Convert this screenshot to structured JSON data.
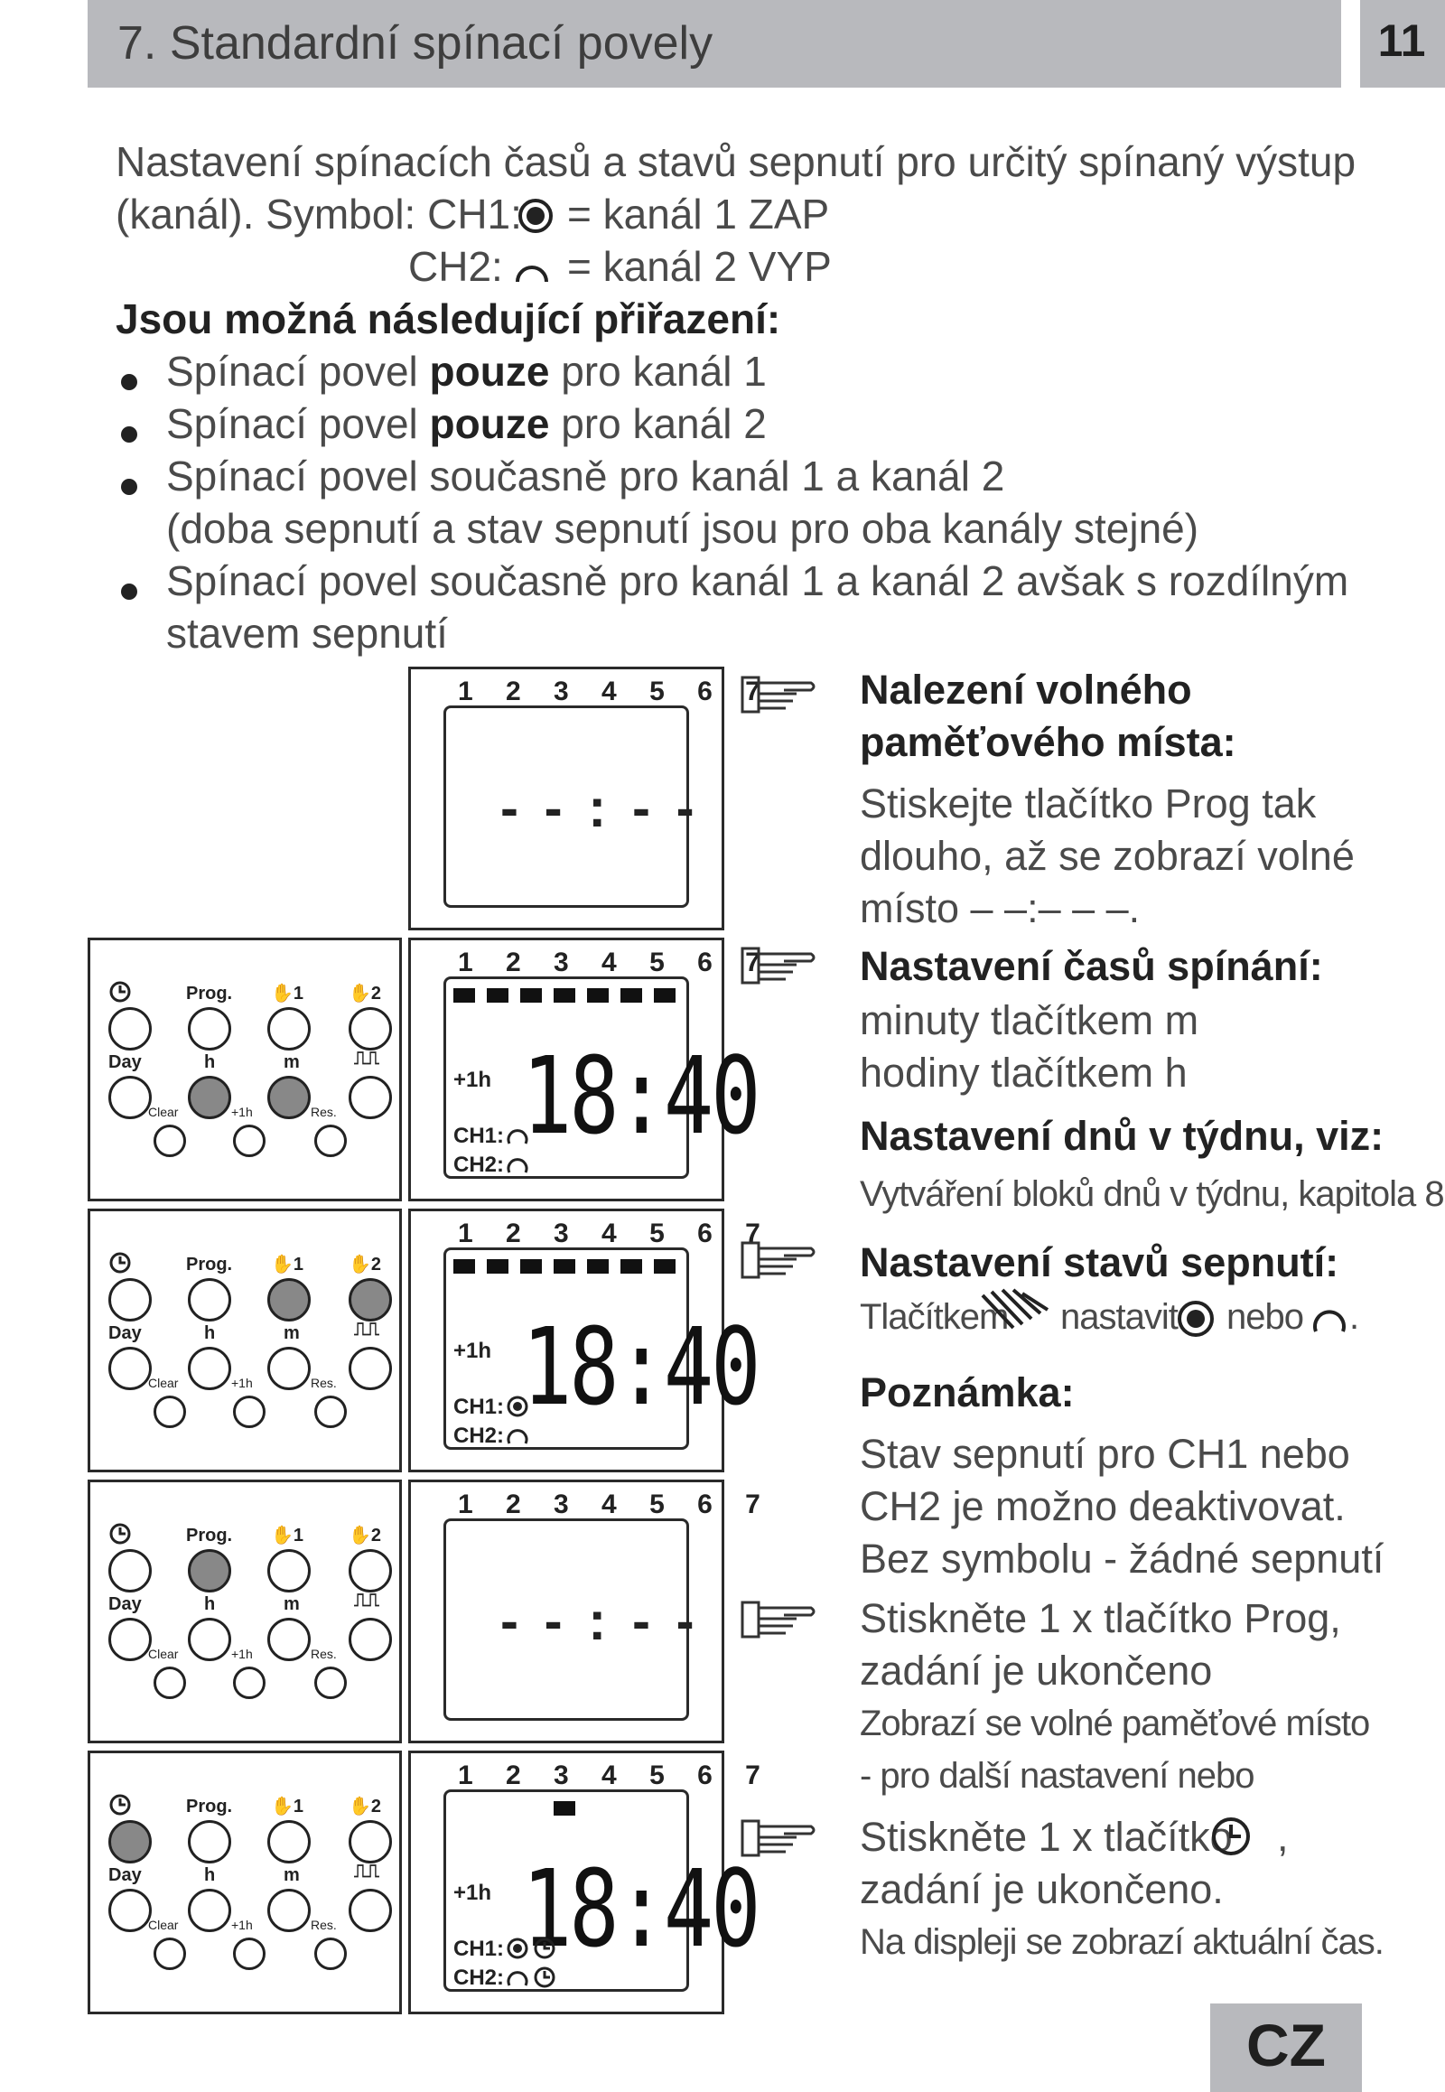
{
  "header": {
    "title": "7.   Standardní spínací povely",
    "page_number": "11"
  },
  "intro": {
    "line1": "Nastavení spínacích časů a stavů sepnutí pro určitý spínaný výstup",
    "line2_a": "(kanál). Symbol: CH1:",
    "line2_b": "= kanál 1 ZAP",
    "line3_a": "CH2:",
    "line3_b": "= kanál 2 VYP"
  },
  "assign_heading": "Jsou možná následující přiřazení:",
  "bullets": [
    {
      "pre": "Spínací povel ",
      "bold": "pouze",
      "post": " pro kanál 1"
    },
    {
      "pre": "Spínací povel ",
      "bold": "pouze",
      "post": " pro kanál 2"
    },
    {
      "pre": "Spínací povel současně pro kanál 1 a kanál 2",
      "bold": "",
      "post": ""
    },
    {
      "pre": "Spínací povel současně pro kanál 1 a kanál 2 avšak s rozdílným",
      "bold": "",
      "post": ""
    }
  ],
  "bullet3_cont": "(doba sepnutí a stav sepnutí jsou pro oba kanály stejné)",
  "bullet4_cont": "stavem sepnutí",
  "right": {
    "h1a": "Nalezení volného",
    "h1b": "paměťového místa:",
    "t1a": "Stiskejte tlačítko Prog tak",
    "t1b": "dlouho, až se zobrazí volné",
    "t1c": "místo – –:– – –.",
    "h2": "Nastavení časů spínání:",
    "t2a": "minuty tlačítkem m",
    "t2b": "hodiny tlačítkem h",
    "h3": "Nastavení dnů v týdnu, viz:",
    "t3": "Vytváření bloků dnů v týdnu, kapitola 8",
    "h4": "Nastavení stavů sepnutí:",
    "t4a": "Tlačítkem",
    "t4b": "nastavit",
    "t4c": "nebo",
    "t4d": ".",
    "h5": "Poznámka:",
    "t5a": "Stav sepnutí pro CH1 nebo",
    "t5b": "CH2 je možno deaktivovat.",
    "t5c": "Bez symbolu - žádné sepnutí",
    "t6a": "Stiskněte 1 x tlačítko Prog,",
    "t6b": "zadání je ukončeno",
    "t6c": "Zobrazí se volné paměťové místo",
    "t6d": "- pro další nastavení nebo",
    "t7a": "Stiskněte 1 x tlačítko",
    "t7b": ",",
    "t7c": "zadání je ukončeno.",
    "t7d": "Na displeji se zobrazí aktuální čas."
  },
  "lcd": {
    "days": "1 2 3 4 5 6 7",
    "dashes": "- - : - -",
    "time": "18:40",
    "plus1h": "+1h",
    "ch1": "CH1:",
    "ch2": "CH2:"
  },
  "keypad": {
    "prog": "Prog.",
    "k1": "1",
    "k2": "2",
    "day": "Day",
    "h": "h",
    "m": "m",
    "clear": "Clear",
    "plus1h": "+1h",
    "res": "Res."
  },
  "footer": {
    "lang": "CZ"
  },
  "colors": {
    "header_gray": "#b8b9bd",
    "pressed_button": "#888888"
  }
}
